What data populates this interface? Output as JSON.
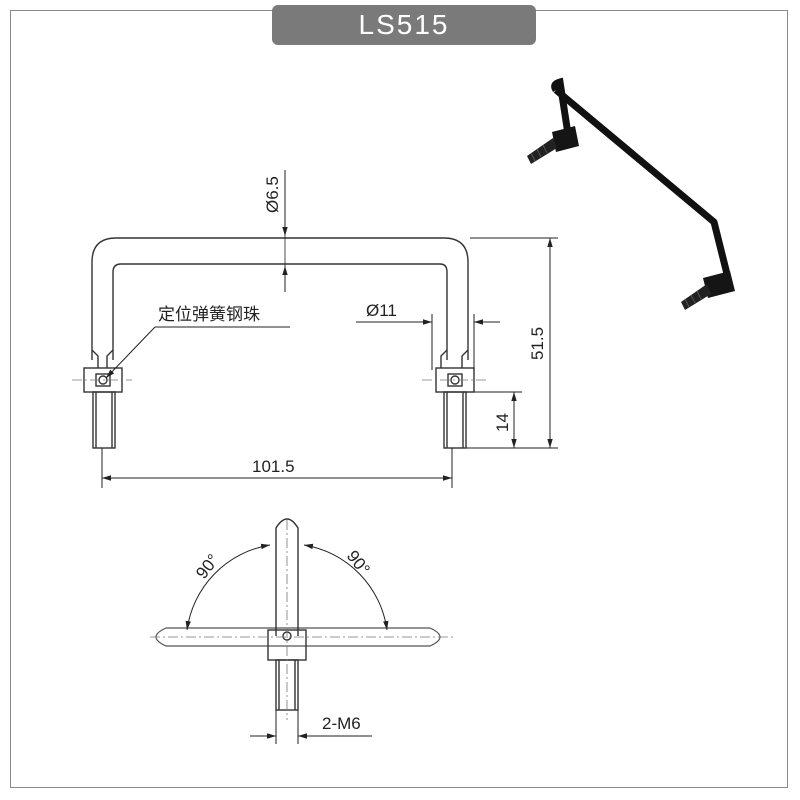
{
  "title": "LS515",
  "labels": {
    "diameter_rod": "Ø6.5",
    "diameter_boss": "Ø11",
    "height_total": "51.5",
    "height_stud": "14",
    "width_total": "101.5",
    "callout": "定位弹簧钢珠",
    "angle_left": "90°",
    "angle_right": "90°",
    "thread": "2-M6"
  }
}
